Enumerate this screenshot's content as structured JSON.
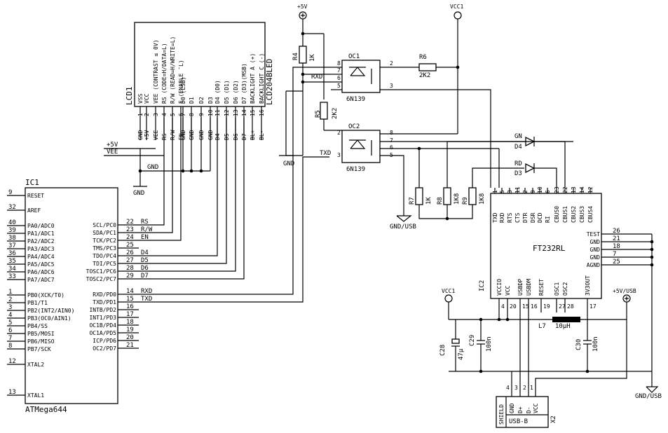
{
  "ic1": {
    "ref": "IC1",
    "part": "ATMega644",
    "left_pins": [
      {
        "num": "9",
        "name": "RESET"
      },
      {
        "num": "32",
        "name": "AREF"
      },
      {
        "num": "40",
        "name": "PA0/ADC0"
      },
      {
        "num": "39",
        "name": "PA1/ADC1"
      },
      {
        "num": "38",
        "name": "PA2/ADC2"
      },
      {
        "num": "37",
        "name": "PA3/ADC3"
      },
      {
        "num": "36",
        "name": "PA4/ADC4"
      },
      {
        "num": "35",
        "name": "PA5/ADC5"
      },
      {
        "num": "34",
        "name": "PA6/ADC6"
      },
      {
        "num": "33",
        "name": "PA7/ADC7"
      },
      {
        "num": "1",
        "name": "PB0(XCK/T0)"
      },
      {
        "num": "2",
        "name": "PB1/T1"
      },
      {
        "num": "3",
        "name": "PB2(INT2/AIN0)"
      },
      {
        "num": "4",
        "name": "PB3(OC0/AIN1)"
      },
      {
        "num": "5",
        "name": "PB4/SS"
      },
      {
        "num": "6",
        "name": "PB5/MOSI"
      },
      {
        "num": "7",
        "name": "PB6/MISO"
      },
      {
        "num": "8",
        "name": "PB7/SCK"
      },
      {
        "num": "12",
        "name": "XTAL2"
      },
      {
        "num": "13",
        "name": "XTAL1"
      }
    ],
    "right_pins": [
      {
        "num": "22",
        "name": "SCL/PC0",
        "net": "RS"
      },
      {
        "num": "23",
        "name": "SDA/PC1",
        "net": "R/W"
      },
      {
        "num": "24",
        "name": "TCK/PC2",
        "net": "EN"
      },
      {
        "num": "25",
        "name": "TMS/PC3",
        "net": ""
      },
      {
        "num": "26",
        "name": "TDO/PC4",
        "net": "D4"
      },
      {
        "num": "27",
        "name": "TDI/PC5",
        "net": "D5"
      },
      {
        "num": "28",
        "name": "TOSC1/PC6",
        "net": "D6"
      },
      {
        "num": "29",
        "name": "TOSC2/PC7",
        "net": "D7"
      },
      {
        "num": "14",
        "name": "RXD/PD0",
        "net": "RXD"
      },
      {
        "num": "15",
        "name": "TXD/PD1",
        "net": "TXD"
      },
      {
        "num": "16",
        "name": "INTB/PD2",
        "net": ""
      },
      {
        "num": "17",
        "name": "INT1/PD3",
        "net": ""
      },
      {
        "num": "18",
        "name": "OC1B/PD4",
        "net": ""
      },
      {
        "num": "19",
        "name": "OC1A/PD5",
        "net": ""
      },
      {
        "num": "20",
        "name": "ICP/PD6",
        "net": ""
      },
      {
        "num": "21",
        "name": "OC2/PD7",
        "net": ""
      }
    ]
  },
  "lcd": {
    "ref": "LCD1",
    "part": "LCD204BLED",
    "pins": [
      {
        "num": "1",
        "name": "VSS",
        "func": "",
        "net": "GND"
      },
      {
        "num": "2",
        "name": "VCC",
        "func": "",
        "net": "+5V"
      },
      {
        "num": "3",
        "name": "VEE",
        "func": "(CONTRAST ≤ 0V)",
        "net": "VEE"
      },
      {
        "num": "4",
        "name": "RS",
        "func": "(CODE=H/DATA=L)",
        "net": "RS"
      },
      {
        "num": "5",
        "name": "R/W",
        "func": "(READ=H/WRITE=L)",
        "net": "R/W"
      },
      {
        "num": "6",
        "name": "E",
        "func": "(ENABLE ¯L)",
        "net": "EN"
      },
      {
        "num": "7",
        "name": "D0",
        "func": "(LSB)",
        "net": "GND"
      },
      {
        "num": "8",
        "name": "D1",
        "func": "",
        "net": "GND"
      },
      {
        "num": "9",
        "name": "D2",
        "func": "",
        "net": "GND"
      },
      {
        "num": "10",
        "name": "D3",
        "func": "",
        "net": "GND"
      },
      {
        "num": "11",
        "name": "D4",
        "func": "(D0)",
        "net": "D4"
      },
      {
        "num": "12",
        "name": "D5",
        "func": "(D1)",
        "net": "D5"
      },
      {
        "num": "13",
        "name": "D6",
        "func": "(D2)",
        "net": "D6"
      },
      {
        "num": "14",
        "name": "D7",
        "func": "(D3)(MSB)",
        "net": "D7"
      },
      {
        "num": "15",
        "name": "BACKLIGHT A (+)",
        "func": "",
        "net": "BL+"
      },
      {
        "num": "16",
        "name": "BACKLIGHT C (-)",
        "func": "",
        "net": "BL-"
      }
    ]
  },
  "power": {
    "p5v_left": "+5V",
    "vee_left": "VEE",
    "gnd_bus": "GND",
    "gnd_lcd": "GND",
    "p5v_top": "+5V",
    "vcc1_top": "VCC1",
    "gnd_r4": "GND",
    "gnd_usb_mid": "GND/USB",
    "vcc1_bottom": "VCC1",
    "p5v_usb": "+5V/USB",
    "gnd_usb_right": "GND/USB"
  },
  "resistors": {
    "r4": {
      "ref": "R4",
      "value": "1K"
    },
    "r5": {
      "ref": "R5",
      "value": "2K2"
    },
    "r6": {
      "ref": "R6",
      "value": "2K2"
    },
    "r7": {
      "ref": "R7",
      "value": "1K"
    },
    "r8": {
      "ref": "R8",
      "value": "1K8"
    },
    "r9": {
      "ref": "R9",
      "value": "1K8"
    }
  },
  "optocouplers": {
    "oc1": {
      "ref": "OC1",
      "part": "6N139",
      "pins": [
        "8",
        "7",
        "6",
        "5",
        "2",
        "3"
      ]
    },
    "oc2": {
      "ref": "OC2",
      "part": "6N139",
      "pins": [
        "2",
        "3",
        "8",
        "7",
        "6",
        "5"
      ]
    }
  },
  "nets": {
    "rxd": "RXD",
    "txd": "TXD"
  },
  "leds": {
    "d4": {
      "ref": "D4",
      "label": "GN"
    },
    "d3": {
      "ref": "D3",
      "label": "RD"
    }
  },
  "ft232": {
    "ref": "IC2",
    "part": "FT232RL",
    "top_pins": [
      {
        "num": "1",
        "name": "TXD"
      },
      {
        "num": "5",
        "name": "RXD"
      },
      {
        "num": "3",
        "name": "RTS"
      },
      {
        "num": "11",
        "name": "CTS"
      },
      {
        "num": "2",
        "name": "DTR"
      },
      {
        "num": "9",
        "name": "DSR"
      },
      {
        "num": "10",
        "name": "DCD"
      },
      {
        "num": "6",
        "name": "RI"
      },
      {
        "num": "23",
        "name": "CBUS0"
      },
      {
        "num": "22",
        "name": "CBUS1"
      },
      {
        "num": "13",
        "name": "CBUS2"
      },
      {
        "num": "14",
        "name": "CBUS3"
      },
      {
        "num": "12",
        "name": "CBUS4"
      }
    ],
    "right_pins": [
      {
        "num": "26",
        "name": "TEST"
      },
      {
        "num": "21",
        "name": "GND"
      },
      {
        "num": "18",
        "name": "GND"
      },
      {
        "num": "7",
        "name": "GND"
      },
      {
        "num": "25",
        "name": "AGND"
      }
    ],
    "bottom_pins": [
      {
        "num": "4",
        "name": "VCCIO"
      },
      {
        "num": "20",
        "name": "VCC"
      },
      {
        "num": "15",
        "name": "USBDP"
      },
      {
        "num": "16",
        "name": "USBDM"
      },
      {
        "num": "19",
        "name": "RESET"
      },
      {
        "num": "27",
        "name": "OSC1"
      },
      {
        "num": "28",
        "name": "OSC2"
      },
      {
        "num": "17",
        "name": "3V3OUT"
      }
    ]
  },
  "caps": {
    "c28": {
      "ref": "C28",
      "value": "47µ"
    },
    "c29": {
      "ref": "C29",
      "value": "100n"
    },
    "c30": {
      "ref": "C30",
      "value": "100n"
    }
  },
  "inductor": {
    "ref": "L7",
    "value": "10µH"
  },
  "usb": {
    "ref": "X2",
    "part": "USB-B",
    "pins": [
      {
        "num": "4",
        "name": "GND"
      },
      {
        "num": "3",
        "name": "D+"
      },
      {
        "num": "2",
        "name": "D-"
      },
      {
        "num": "1",
        "name": "VCC"
      }
    ],
    "shield": "SHIELD"
  }
}
